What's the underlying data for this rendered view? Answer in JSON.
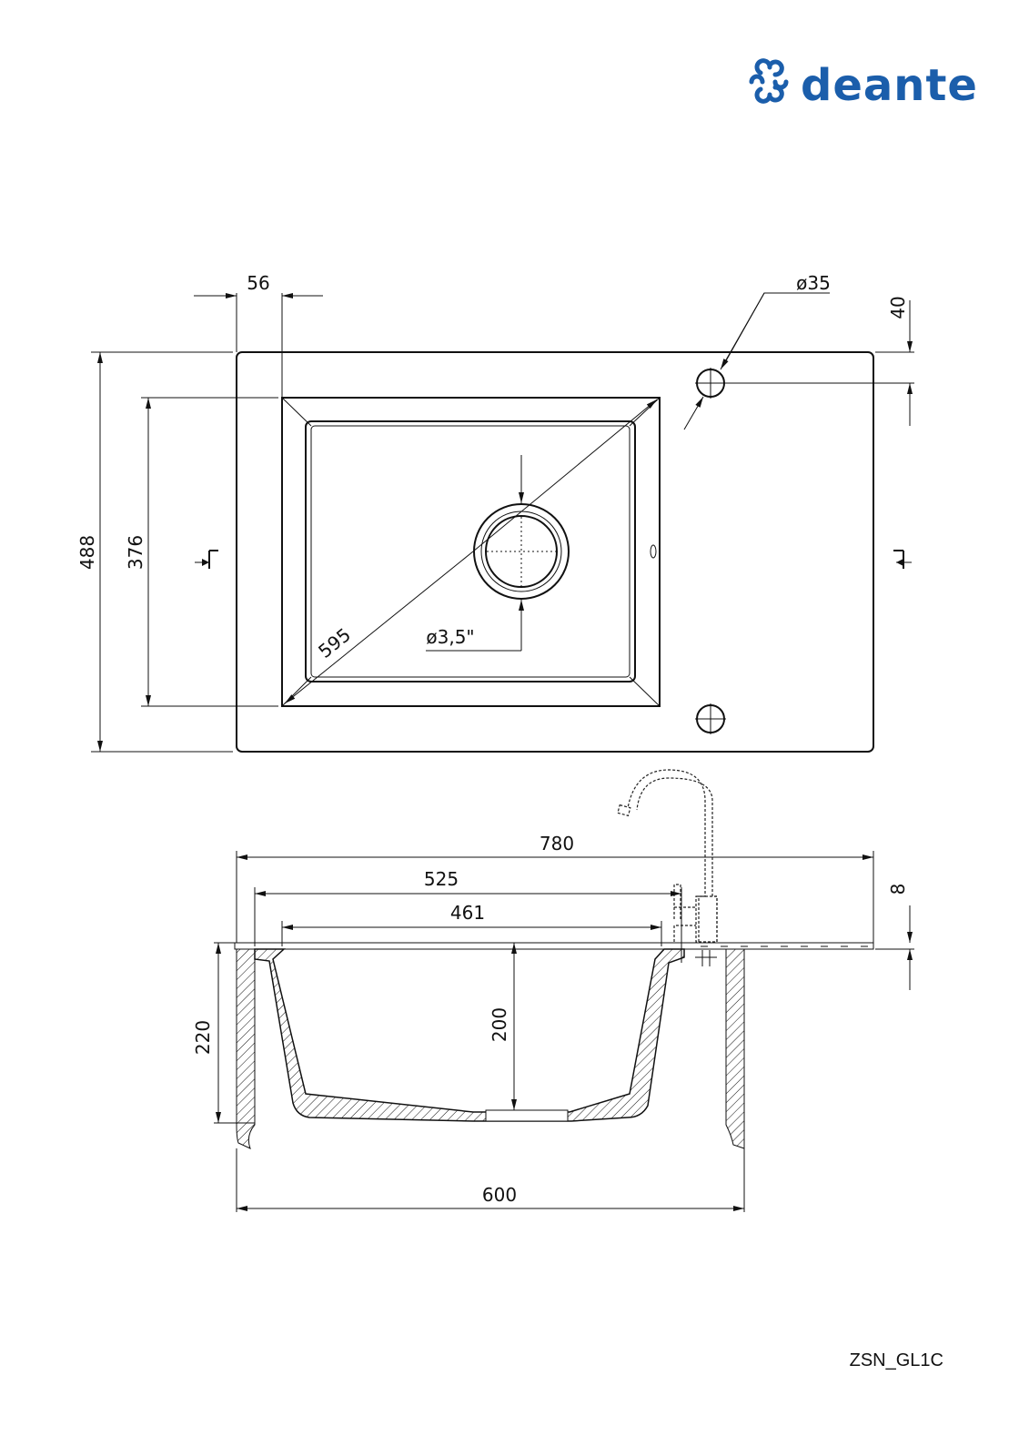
{
  "brand": {
    "name": "deante",
    "color": "#1b5eab"
  },
  "product_code": "ZSN_GL1C",
  "top_view": {
    "dims": {
      "rim_offset": "56",
      "tap_hole_diameter": "ø35",
      "tap_hole_offset": "40",
      "overall_depth": "488",
      "bowl_depth": "376",
      "bowl_diagonal": "595",
      "drain_diameter": "ø3,5\""
    }
  },
  "side_view": {
    "dims": {
      "overall_width": "780",
      "bowl_outer_width": "525",
      "bowl_inner_width": "461",
      "rim_thickness": "8",
      "overall_height": "220",
      "bowl_height": "200",
      "cabinet_width": "600"
    }
  }
}
